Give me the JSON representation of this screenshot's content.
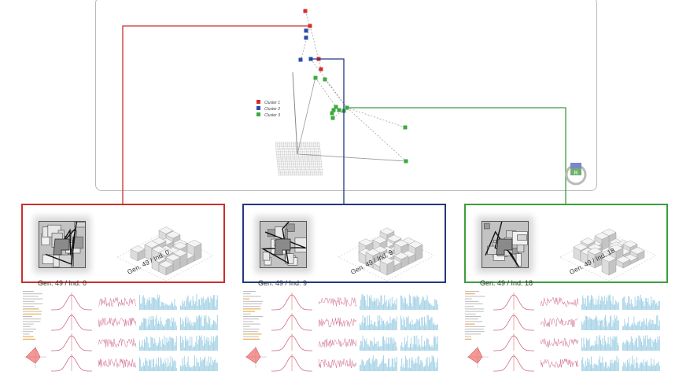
{
  "legend": {
    "items": [
      {
        "label": "Cluster 1",
        "color": "#d62d2d"
      },
      {
        "label": "Cluster 2",
        "color": "#2a4da8"
      },
      {
        "label": "Cluster 3",
        "color": "#3fa83f"
      }
    ]
  },
  "colors": {
    "red": "#c9302c",
    "blue": "#23377f",
    "green": "#3c9e3c",
    "pink": "#d06a8e",
    "lightblue": "#a8d4e6"
  },
  "widget": {
    "icon": "r-component-icon",
    "letter": "R"
  },
  "panels": [
    {
      "name": "red",
      "plan_label": "Gen. 49 / Ind. 0",
      "iso_label": "Gen. 49 / Ind. 0"
    },
    {
      "name": "blue",
      "plan_label": "Gen. 49 / Ind. 9",
      "iso_label": "Gen. 49 / Ind. 9"
    },
    {
      "name": "green",
      "plan_label": "Gen. 49 / Ind. 18",
      "iso_label": "Gen. 49 / Ind. 18"
    }
  ]
}
